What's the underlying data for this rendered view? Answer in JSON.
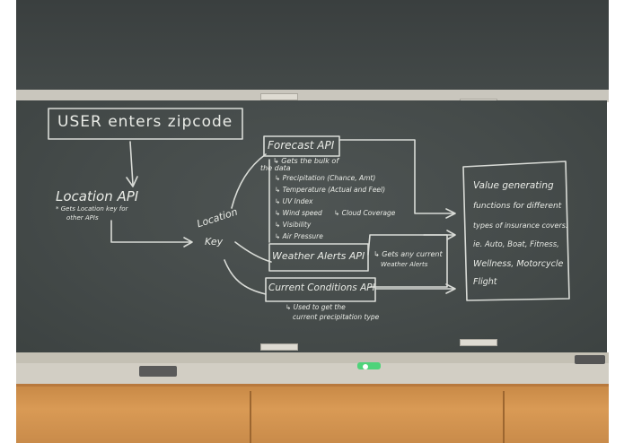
{
  "board": {
    "user_box": "USER enters zipcode",
    "location_api": "Location API",
    "location_api_note_1": "* Gets Location key for",
    "location_api_note_2": "other APIs",
    "location_key_1": "Location",
    "location_key_2": "Key",
    "forecast_api": "Forecast API",
    "forecast_note_1": "↳ Gets the bulk of",
    "forecast_note_2": "the data",
    "forecast_items": [
      "↳ Precipitation (Chance, Amt)",
      "↳ Temperature (Actual and Feel)",
      "↳ UV Index",
      "↳ Wind speed",
      "↳ Visibility",
      "↳ Air Pressure"
    ],
    "cloud_coverage": "↳ Cloud Coverage",
    "weather_alerts_api": "Weather Alerts API",
    "weather_alerts_note_1": "↳ Gets any current",
    "weather_alerts_note_2": "Weather Alerts",
    "current_conditions_api": "Current Conditions API",
    "current_conditions_note_1": "↳ Used to get the",
    "current_conditions_note_2": "current precipitation type",
    "value_box_lines": [
      "Value generating",
      "functions for different",
      "types of insurance covers.",
      "ie. Auto, Boat, Fitness,",
      "Wellness, Motorcycle",
      "Flight"
    ]
  },
  "colors": {
    "chalk": "#e9ebe6",
    "board": "#474d4c",
    "wood": "#d0904d"
  }
}
